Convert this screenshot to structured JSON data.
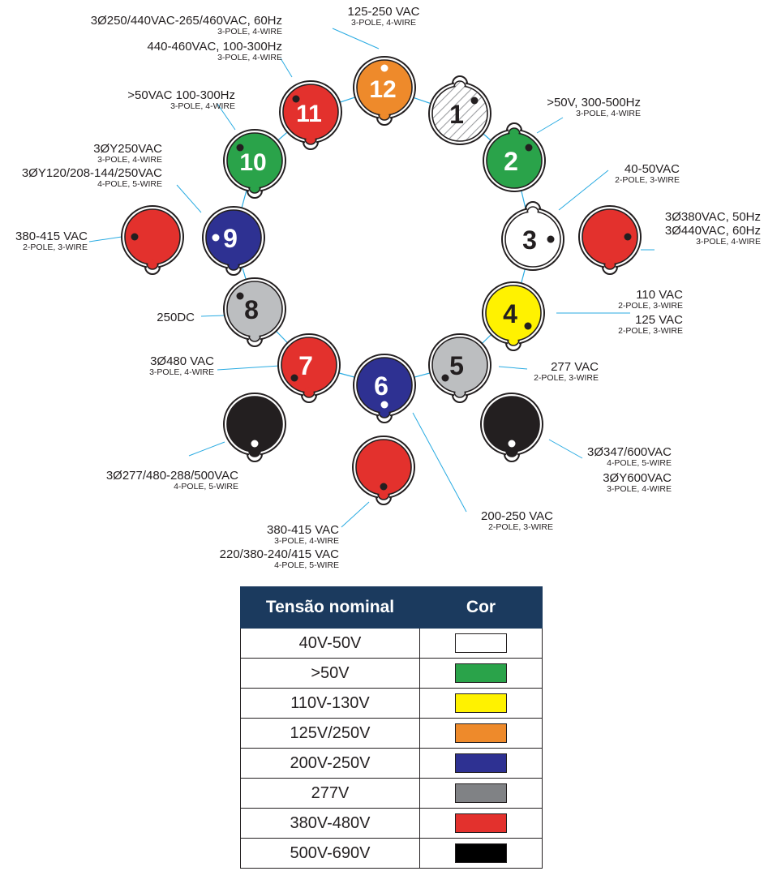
{
  "colors": {
    "white": "#ffffff",
    "green": "#2aa34a",
    "yellow": "#fff200",
    "orange": "#ee8a2b",
    "blue": "#2e3192",
    "grey": "#bcbec0",
    "red": "#e3312d",
    "black": "#231f20",
    "line": "#29abe2",
    "header": "#1b3a5e"
  },
  "connectors": [
    {
      "id": "pos-1",
      "number": "1",
      "fill": "hatch",
      "numColor": "#231f20",
      "dot": "top-right"
    },
    {
      "id": "pos-2",
      "number": "2",
      "fill": "green",
      "numColor": "#ffffff",
      "dot": "top-right"
    },
    {
      "id": "pos-3",
      "number": "3",
      "fill": "white",
      "numColor": "#231f20",
      "dot": "right"
    },
    {
      "id": "pos-4",
      "number": "4",
      "fill": "yellow",
      "numColor": "#231f20",
      "dot": "bottom-right"
    },
    {
      "id": "pos-5",
      "number": "5",
      "fill": "grey",
      "numColor": "#231f20",
      "dot": "bottom-left"
    },
    {
      "id": "pos-6",
      "number": "6",
      "fill": "blue",
      "numColor": "#ffffff",
      "dot": "bottom"
    },
    {
      "id": "pos-7",
      "number": "7",
      "fill": "red",
      "numColor": "#ffffff",
      "dot": "bottom-left"
    },
    {
      "id": "pos-8",
      "number": "8",
      "fill": "grey",
      "numColor": "#231f20",
      "dot": "top-left"
    },
    {
      "id": "pos-9",
      "number": "9",
      "fill": "blue",
      "numColor": "#ffffff",
      "dot": "left"
    },
    {
      "id": "pos-10",
      "number": "10",
      "fill": "green",
      "numColor": "#ffffff",
      "dot": "top-left"
    },
    {
      "id": "pos-11",
      "number": "11",
      "fill": "red",
      "numColor": "#ffffff",
      "dot": "top-left"
    },
    {
      "id": "pos-12",
      "number": "12",
      "fill": "orange",
      "numColor": "#ffffff",
      "dot": "top"
    },
    {
      "id": "extra-red-left",
      "number": "",
      "fill": "red",
      "dot": "left"
    },
    {
      "id": "extra-red-right",
      "number": "",
      "fill": "red",
      "dot": "right"
    },
    {
      "id": "extra-black-left",
      "number": "",
      "fill": "black",
      "dot": "bottom"
    },
    {
      "id": "extra-black-right",
      "number": "",
      "fill": "black",
      "dot": "bottom"
    },
    {
      "id": "extra-red-bottom",
      "number": "",
      "fill": "red",
      "dot": "bottom"
    }
  ],
  "labels": {
    "l12": {
      "main": "125-250 VAC",
      "sub": "3-POLE, 4-WIRE"
    },
    "l11a": {
      "main": "3Ø250/440VAC-265/460VAC, 60Hz",
      "sub": "3-POLE, 4-WIRE"
    },
    "l11b": {
      "main": "440-460VAC, 100-300Hz",
      "sub": "3-POLE, 4-WIRE"
    },
    "l10": {
      "main": ">50VAC 100-300Hz",
      "sub": "3-POLE, 4-WIRE"
    },
    "l9a": {
      "main": "3ØY250VAC",
      "sub": "3-POLE, 4-WIRE"
    },
    "l9b": {
      "main": "3ØY120/208-144/250VAC",
      "sub": "4-POLE, 5-WIRE"
    },
    "lRedLeft": {
      "main": "380-415 VAC",
      "sub": "2-POLE, 3-WIRE"
    },
    "l8": {
      "main": "250DC"
    },
    "l7": {
      "main": "3Ø480 VAC",
      "sub": "3-POLE, 4-WIRE"
    },
    "lBlackLeft": {
      "main": "3Ø277/480-288/500VAC",
      "sub": "4-POLE, 5-WIRE"
    },
    "lRedBottomA": {
      "main": "380-415 VAC",
      "sub": "3-POLE, 4-WIRE"
    },
    "lRedBottomB": {
      "main": "220/380-240/415 VAC",
      "sub": "4-POLE, 5-WIRE"
    },
    "l6": {
      "main": "200-250 VAC",
      "sub": "2-POLE, 3-WIRE"
    },
    "l5": {
      "main": "277 VAC",
      "sub": "2-POLE, 3-WIRE"
    },
    "lBlackRightA": {
      "main": "3Ø347/600VAC",
      "sub": "4-POLE, 5-WIRE"
    },
    "lBlackRightB": {
      "main": "3ØY600VAC",
      "sub": "3-POLE, 4-WIRE"
    },
    "l4a": {
      "main": "110 VAC",
      "sub": "2-POLE, 3-WIRE"
    },
    "l4b": {
      "main": "125 VAC",
      "sub": "2-POLE, 3-WIRE"
    },
    "lRedRightA": {
      "main": "3Ø380VAC, 50Hz"
    },
    "lRedRightB": {
      "main": "3Ø440VAC, 60Hz",
      "sub": "3-POLE, 4-WIRE"
    },
    "l3": {
      "main": "40-50VAC",
      "sub": "2-POLE, 3-WIRE"
    },
    "l2": {
      "main": ">50V, 300-500Hz",
      "sub": "3-POLE, 4-WIRE"
    }
  },
  "legend": {
    "header": {
      "voltage": "Tensão nominal",
      "color": "Cor"
    },
    "rows": [
      {
        "voltage": "40V-50V",
        "color": "#ffffff"
      },
      {
        "voltage": ">50V",
        "color": "#2aa34a"
      },
      {
        "voltage": "110V-130V",
        "color": "#fff200"
      },
      {
        "voltage": "125V/250V",
        "color": "#ee8a2b"
      },
      {
        "voltage": "200V-250V",
        "color": "#2e3192"
      },
      {
        "voltage": "277V",
        "color": "#808285"
      },
      {
        "voltage": "380V-480V",
        "color": "#e3312d"
      },
      {
        "voltage": "500V-690V",
        "color": "#000000"
      }
    ]
  }
}
